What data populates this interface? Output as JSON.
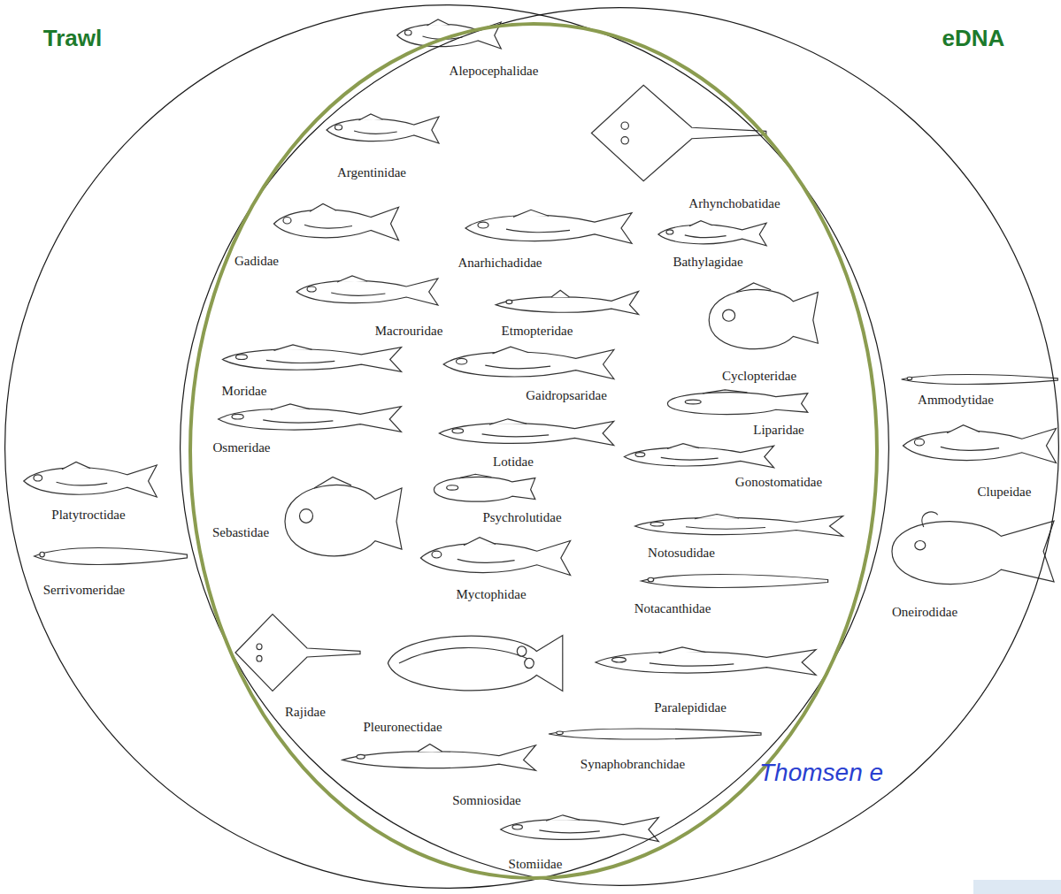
{
  "diagram": {
    "nodes": [
      {
        "text": [
          "Trawl",
          "Platytroctidae",
          "Serrivomeridae"
        ]
      },
      {
        "text": [
          "eDNA",
          "Ammodytidae",
          "Clupeidae",
          "Oneirodidae"
        ]
      },
      {
        "text": [
          "Alepocephalidae",
          "Argentinidae",
          "Arhynchobatidae",
          "Gadidae",
          "Anarhichadidae",
          "Bathylagidae",
          "Macrouridae",
          "Etmopteridae",
          "Cyclopteridae",
          "Moridae",
          "Gaidropsaridae",
          "Liparidae",
          "Osmeridae",
          "Lotidae",
          "Gonostomatidae",
          "Sebastidae",
          "Psychrolutidae",
          "Notosudidae",
          "Myctophidae",
          "Notacanthidae",
          "Rajidae",
          "Pleuronectidae",
          "Paralepididae",
          "Synaphobranchidae",
          "Somniosidae",
          "Stomiidae"
        ]
      }
    ],
    "labels": [
      "Thomsen e"
    ]
  }
}
